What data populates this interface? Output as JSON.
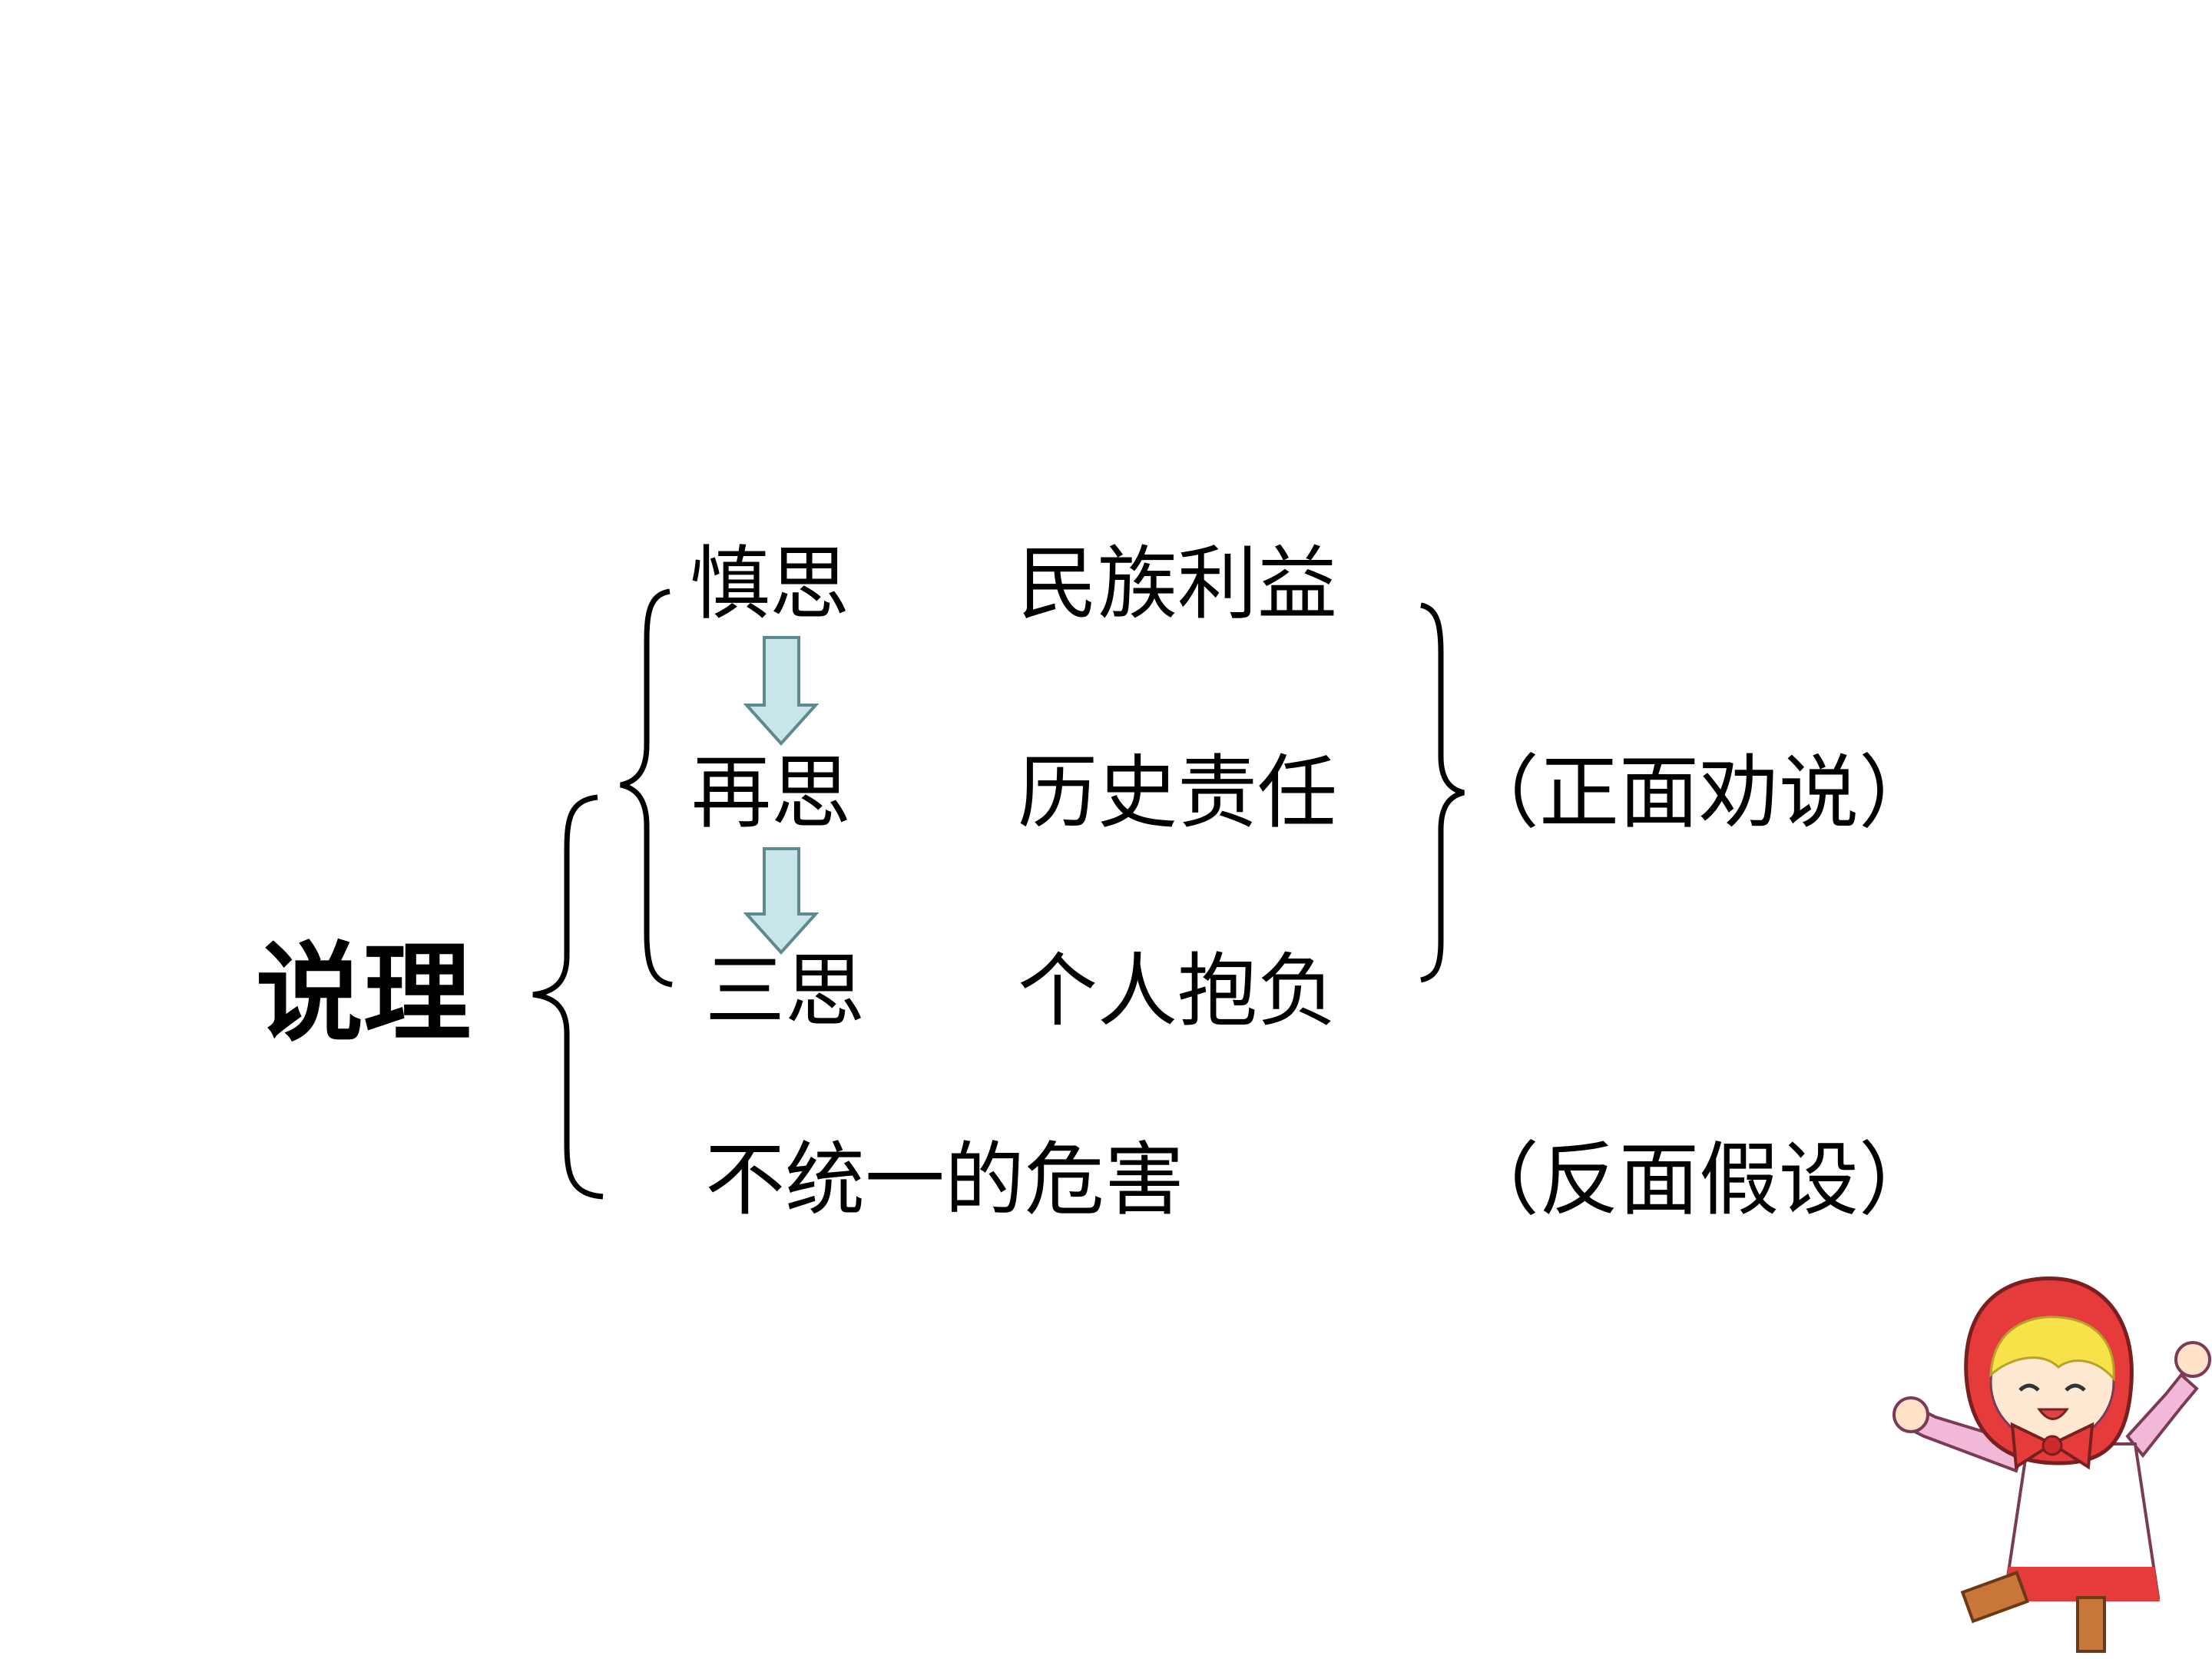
{
  "diagram": {
    "topic": "说理",
    "positive_group": {
      "rows": [
        {
          "stage": "慎思",
          "aspect": "民族利益"
        },
        {
          "stage": "再思",
          "aspect": "历史责任"
        },
        {
          "stage": "三思",
          "aspect": "个人抱负"
        }
      ],
      "note": "（正面劝说）"
    },
    "negative_item": {
      "text": "不统一的危害",
      "note": "（反面假设）"
    },
    "colors": {
      "arrow_fill": "#c8e6ea",
      "arrow_stroke": "#5c8a8f",
      "line": "#000000"
    }
  }
}
